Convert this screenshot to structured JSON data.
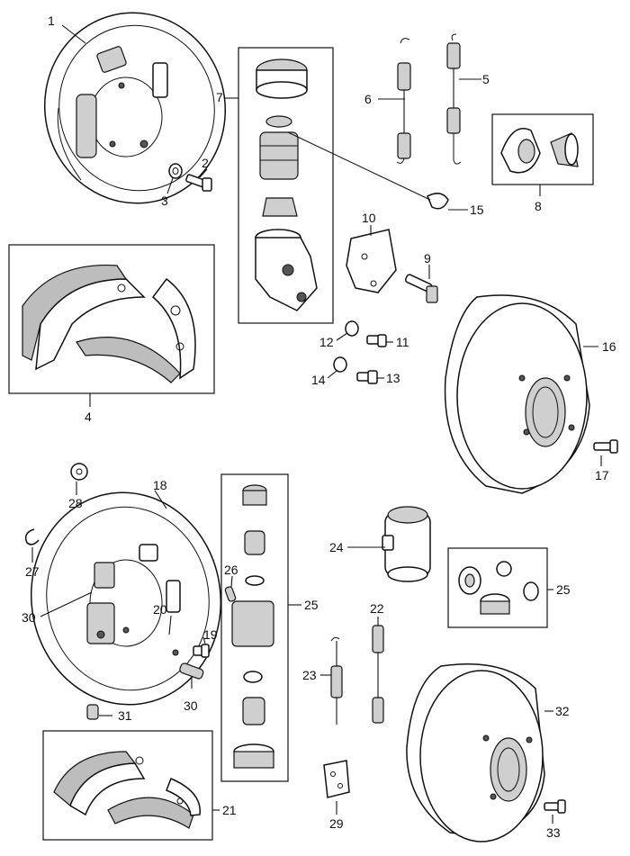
{
  "labels": {
    "l1": "1",
    "l2": "2",
    "l3": "3",
    "l4": "4",
    "l5": "5",
    "l6": "6",
    "l7": "7",
    "l8": "8",
    "l9": "9",
    "l10": "10",
    "l11": "11",
    "l12": "12",
    "l13": "13",
    "l14": "14",
    "l15": "15",
    "l16": "16",
    "l17": "17",
    "l18": "18",
    "l19": "19",
    "l20": "20",
    "l21": "21",
    "l22": "22",
    "l23": "23",
    "l24": "24",
    "l25a": "25",
    "l25b": "25",
    "l26": "26",
    "l27": "27",
    "l28": "28",
    "l29": "29",
    "l30a": "30",
    "l30b": "30",
    "l31": "31",
    "l32": "32",
    "l33": "33"
  }
}
